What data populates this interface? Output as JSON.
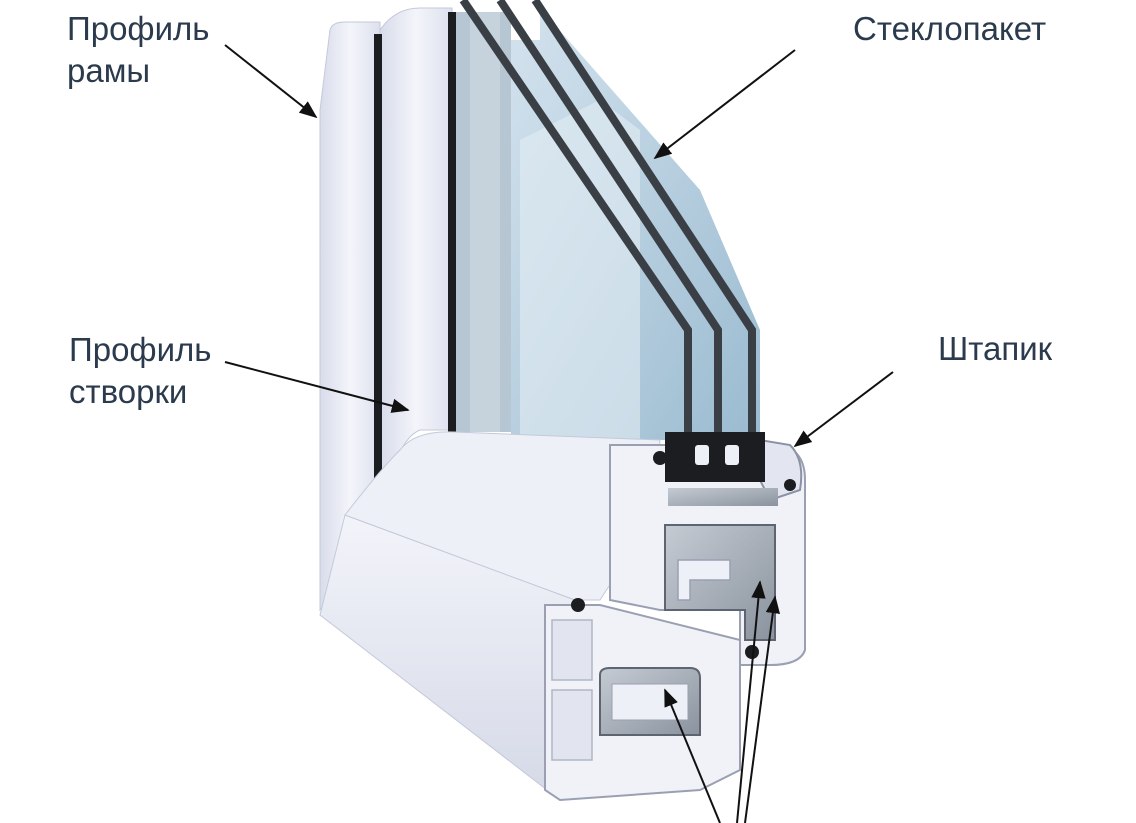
{
  "labels": {
    "frame_profile": "Профиль\nрамы",
    "glass_unit": "Стеклопакет",
    "sash_profile": "Профиль\nстворки",
    "glazing_bead": "Штапик"
  },
  "colors": {
    "label_text": "#2b3a4c",
    "pvc": "#eef0f8",
    "pvc_shadow": "#ccd1e2",
    "glass": "#a9c7da",
    "glass_edge": "#3a3f46",
    "gasket": "#1b1d21",
    "steel": "#9aa2ad",
    "arrow": "#111111"
  }
}
